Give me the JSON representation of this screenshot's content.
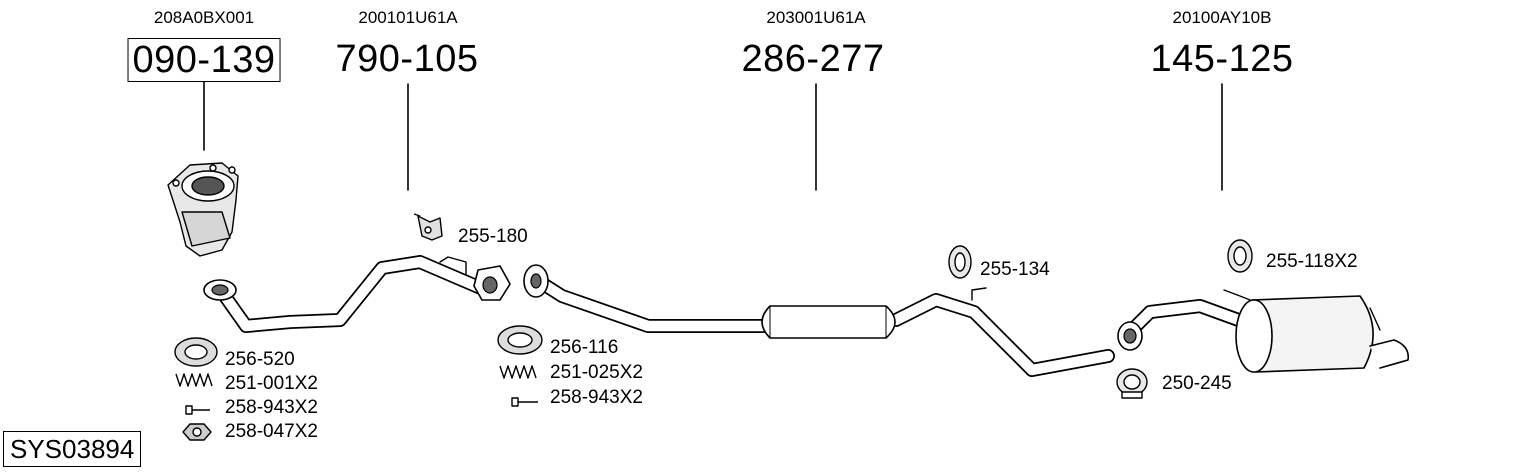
{
  "parts": [
    {
      "oem": "208A0BX001",
      "number": "090-139"
    },
    {
      "oem": "200101U61A",
      "number": "790-105"
    },
    {
      "oem": "203001U61A",
      "number": "286-277"
    },
    {
      "oem": "20100AY10B",
      "number": "145-125"
    }
  ],
  "accessories": [
    {
      "label": "255-180",
      "icon": "hanger-bracket-icon"
    },
    {
      "label": "255-134",
      "icon": "rubber-ring-mount-icon"
    },
    {
      "label": "255-118X2",
      "icon": "rubber-ring-mount-icon"
    },
    {
      "label": "256-520",
      "icon": "gasket-icon"
    },
    {
      "label": "251-001X2",
      "icon": "spring-icon"
    },
    {
      "label": "258-943X2",
      "icon": "bolt-icon"
    },
    {
      "label": "258-047X2",
      "icon": "nut-icon"
    },
    {
      "label": "256-116",
      "icon": "gasket-icon"
    },
    {
      "label": "251-025X2",
      "icon": "spring-icon"
    },
    {
      "label": "258-943X2",
      "icon": "bolt-icon"
    },
    {
      "label": "250-245",
      "icon": "pipe-clamp-icon"
    }
  ],
  "system_code": "SYS03894"
}
